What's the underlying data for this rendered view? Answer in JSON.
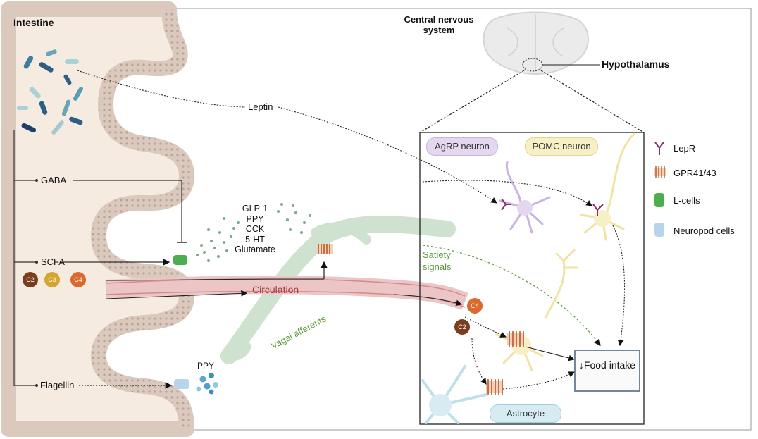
{
  "labels": {
    "intestine": "Intestine",
    "cns": "Central nervous system",
    "hypothalamus": "Hypothalamus",
    "leptin": "Leptin",
    "gaba": "GABA",
    "scfa": "SCFA",
    "flagellin": "Flagellin",
    "circulation": "Circulation",
    "vagal_afferents": "Vagal afferents",
    "satiety_signals": "Satiety signals",
    "ppy_release": "PPY",
    "food_intake": "↓Food intake",
    "agrp_neuron": "AgRP neuron",
    "pomc_neuron": "POMC neuron",
    "astrocyte": "Astrocyte"
  },
  "hormones": [
    "GLP-1",
    "PPY",
    "CCK",
    "5-HT",
    "Glutamate"
  ],
  "scfa_types": [
    "C2",
    "C3",
    "C4"
  ],
  "brain_scfa": [
    "C4",
    "C2"
  ],
  "legend": [
    {
      "label": "LepR",
      "icon": "lepr-receptor-icon"
    },
    {
      "label": "GPR41/43",
      "icon": "gpr-receptor-icon"
    },
    {
      "label": "L-cells",
      "icon": "l-cell-icon"
    },
    {
      "label": "Neuropod cells",
      "icon": "neuropod-cell-icon"
    }
  ],
  "colors": {
    "intestine_fill": "#f5ebe0",
    "wall": "#dcc9bd",
    "c2": "#7a3d1d",
    "c3": "#d4a531",
    "c4": "#d96a30",
    "vessel": "#e3a3a3",
    "vagal": "#c9dcc9",
    "satiety": "#5e9a3c",
    "agrp": "#c9b3df",
    "pomc": "#f0e3a3",
    "astrocyte": "#bfe0ea"
  }
}
